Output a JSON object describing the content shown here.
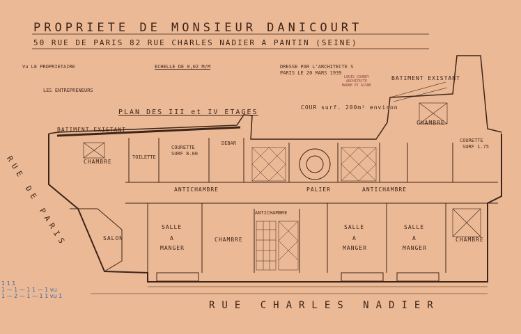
{
  "title": {
    "line1": "PROPRIETE   DE   MONSIEUR   DANICOURT",
    "line2": "50 RUE DE PARIS  82 RUE CHARLES NADIER A PANTIN (SEINE)"
  },
  "notes": {
    "proprietaire": "Vu LE PROPRIETAIRE",
    "entrepreneurs": "LES ENTREPRENEURS",
    "echelle": "ECHELLE DE 0,02 M/M",
    "architecte_line1": "DRESSE PAR L'ARCHITECTE S",
    "architecte_line2": "PARIS LE 20 MARS 1939",
    "plan_title": "PLAN DES III et IV ETAGES",
    "cour": "COUR  surf. 200m² environ"
  },
  "stamp": {
    "line1": "LOUIS COURDY",
    "line2": "ARCHITECTE",
    "line3": "MARNE ET AISNE"
  },
  "rooms": {
    "batiment_left": "BATIMENT EXISTANT",
    "batiment_right": "BATIMENT EXISTANT",
    "chambre_top_left": "CHAMBRE",
    "toilette": "TOILETTE",
    "courette_left": "COURETTE",
    "courette_left_surf": "SURF 8.00",
    "debar": "DEBAR",
    "chambre_right_top": "CHAMBRE",
    "courette_right": "COURETTE",
    "courette_right_surf": "SURF 1.75",
    "antichambre_left": "ANTICHAMBRE",
    "palier": "PALIER",
    "antichambre_right": "ANTICHAMBRE",
    "antichambre_center": "ANTICHAMBRE",
    "salon": "SALON",
    "salle_left": "SALLE",
    "salle_left_a": "A",
    "salle_left_manger": "MANGER",
    "chambre_center": "CHAMBRE",
    "salle_mid": "SALLE",
    "salle_mid_a": "A",
    "salle_mid_manger": "MANGER",
    "salle_right": "SALLE",
    "salle_right_a": "A",
    "salle_right_manger": "MANGER",
    "chambre_right": "CHAMBRE"
  },
  "streets": {
    "bottom": "RUE CHARLES NADIER",
    "side": "RUE DE PARIS"
  },
  "pencil": {
    "line1": "1    1    1",
    "line2": "1 — 1 — 1   1  —  1 vu",
    "line3": "1 — 2 — 1  —  1  1 vu 1"
  }
}
